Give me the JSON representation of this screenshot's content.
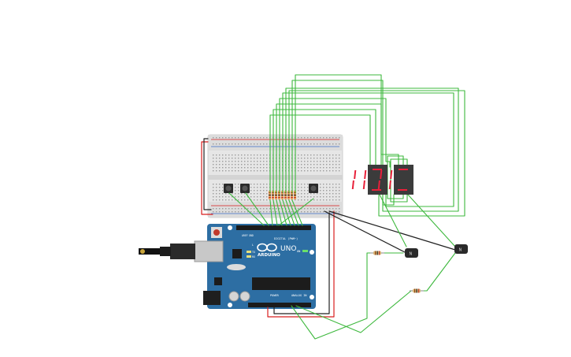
{
  "arduino": {
    "brand": "ARDUINO",
    "model": "UNO",
    "digital_label": "DIGITAL (PWM~)",
    "power_label": "POWER",
    "analog_label": "ANALOG IN",
    "on_label": "ON",
    "tx_label": "TX",
    "rx_label": "RX",
    "l_label": "L",
    "aref_label": "AREF",
    "gnd_label": "GND"
  },
  "transistors": {
    "t1_label": "N",
    "t2_label": "N"
  },
  "seven_segment": {
    "left_digit": "0",
    "right_digit": "0"
  },
  "colors": {
    "wire_green": "#3db83d",
    "wire_red": "#d81e1e",
    "wire_black": "#222222",
    "arduino_board": "#2d6ea3",
    "breadboard": "#e6e6e6",
    "segment_red": "#e8203a",
    "display_body": "#3b3b3b"
  }
}
